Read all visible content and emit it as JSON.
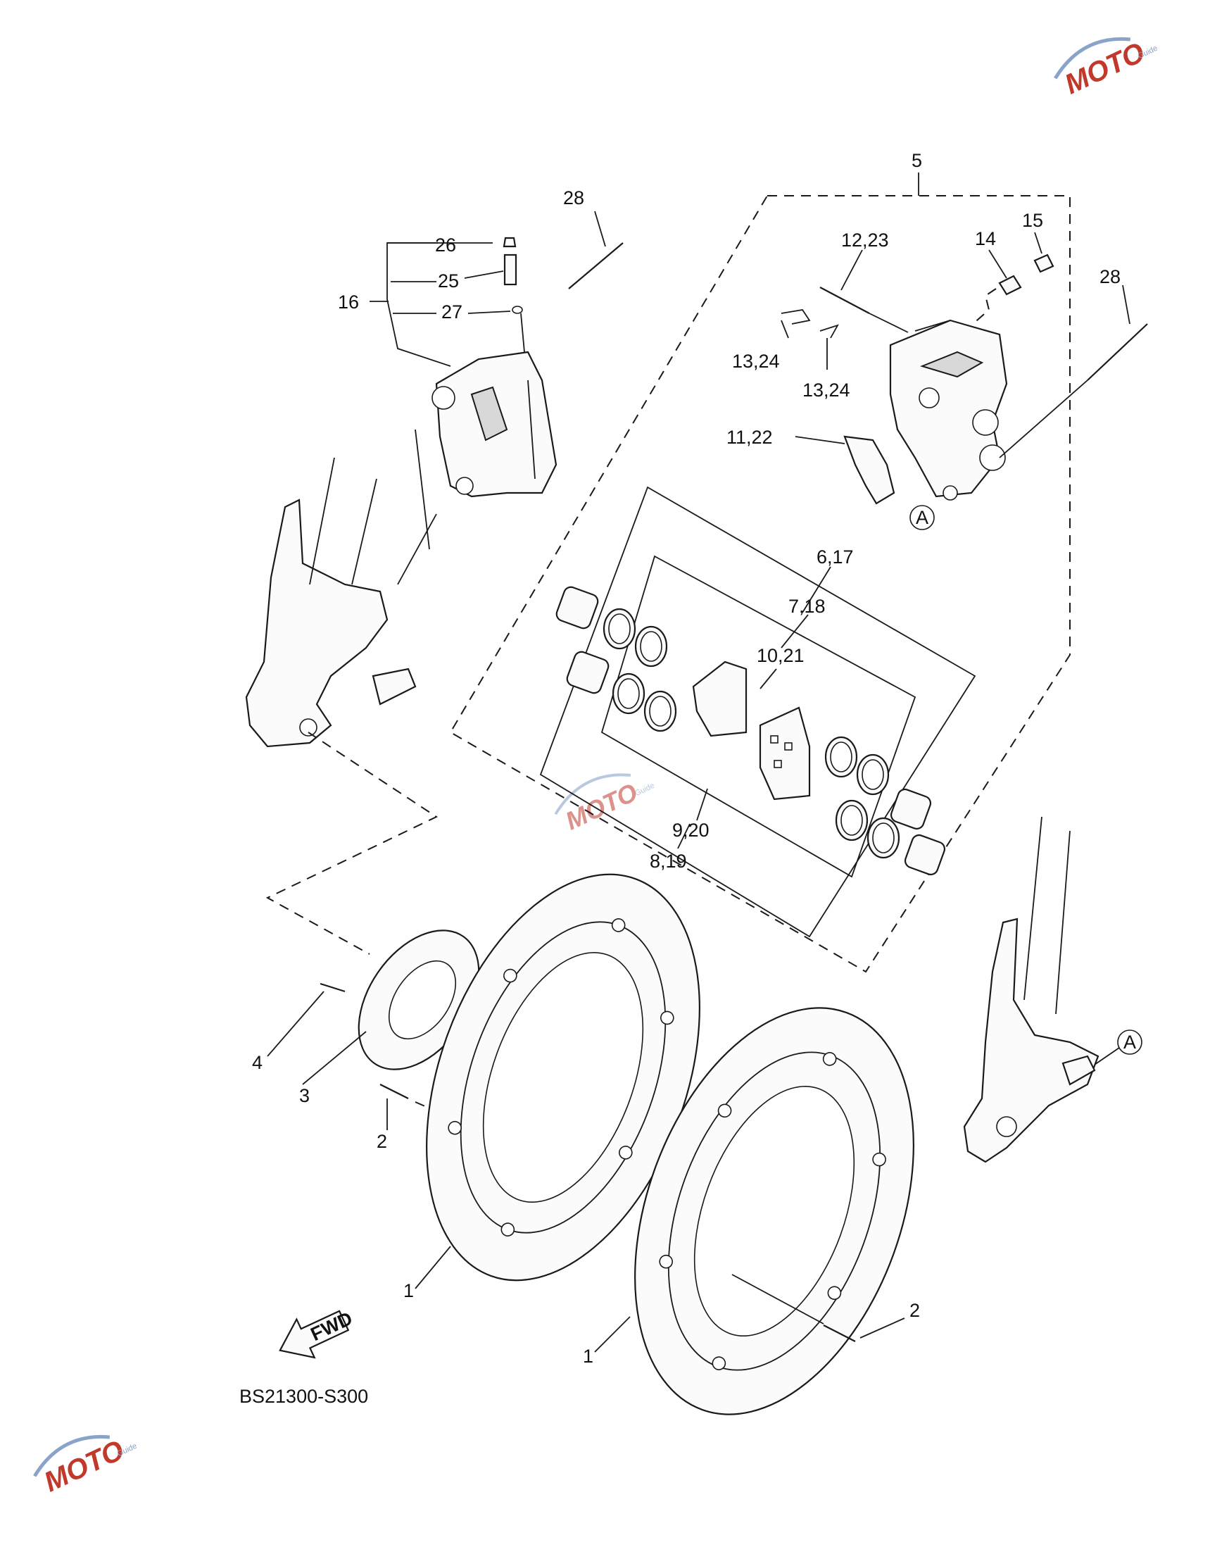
{
  "diagram": {
    "code": "BS21300-S300",
    "fwd_label": "FWD",
    "ref_marker": "A",
    "callouts": [
      {
        "id": "c1a",
        "text": "1"
      },
      {
        "id": "c1b",
        "text": "1"
      },
      {
        "id": "c2a",
        "text": "2"
      },
      {
        "id": "c2b",
        "text": "2"
      },
      {
        "id": "c3",
        "text": "3"
      },
      {
        "id": "c4",
        "text": "4"
      },
      {
        "id": "c5",
        "text": "5"
      },
      {
        "id": "c617",
        "text": "6,17"
      },
      {
        "id": "c718",
        "text": "7,18"
      },
      {
        "id": "c819",
        "text": "8,19"
      },
      {
        "id": "c920",
        "text": "9,20"
      },
      {
        "id": "c1021",
        "text": "10,21"
      },
      {
        "id": "c1122",
        "text": "11,22"
      },
      {
        "id": "c1223",
        "text": "12,23"
      },
      {
        "id": "c1324a",
        "text": "13,24"
      },
      {
        "id": "c1324b",
        "text": "13,24"
      },
      {
        "id": "c14",
        "text": "14"
      },
      {
        "id": "c15",
        "text": "15"
      },
      {
        "id": "c16",
        "text": "16"
      },
      {
        "id": "c25",
        "text": "25"
      },
      {
        "id": "c26",
        "text": "26"
      },
      {
        "id": "c27",
        "text": "27"
      },
      {
        "id": "c28a",
        "text": "28"
      },
      {
        "id": "c28b",
        "text": "28"
      }
    ]
  },
  "watermark": {
    "brand": "MOTO",
    "sub": "Guide",
    "color": "#c0392b"
  }
}
